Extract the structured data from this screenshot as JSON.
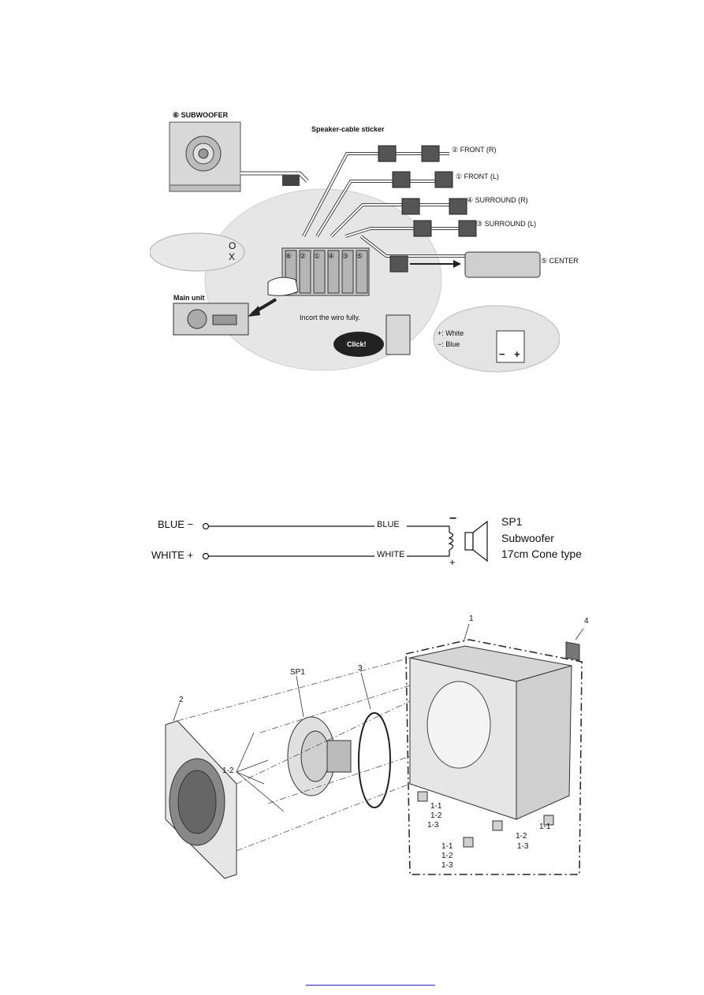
{
  "connection": {
    "subwoofer_label": "⑥ SUBWOOFER",
    "sticker_label": "Speaker-cable sticker",
    "speakers": [
      {
        "id": "front-r",
        "label": "② FRONT (R)"
      },
      {
        "id": "front-l",
        "label": "① FRONT (L)"
      },
      {
        "id": "surround-r",
        "label": "④ SURROUND (R)"
      },
      {
        "id": "surround-l",
        "label": "③ SURROUND (L)"
      },
      {
        "id": "center",
        "label": "⑤ CENTER"
      }
    ],
    "terminal_numbers": [
      "⑥",
      "②",
      "①",
      "④",
      "③",
      "⑤"
    ],
    "main_unit_label": "Main unit",
    "insert_label": "Incort the wiro fully.",
    "click_label": "Click!",
    "ok_symbol": "O",
    "ng_symbol": "X",
    "plus_label": "+: White",
    "minus_label": "−: Blue",
    "plus_sym": "+",
    "minus_sym": "−"
  },
  "wiring": {
    "blue_terminal": "BLUE −",
    "white_terminal": "WHITE +",
    "blue_wire": "BLUE",
    "white_wire": "WHITE",
    "minus_sign": "−",
    "plus_sign": "+",
    "speaker_id": "SP1",
    "speaker_name": "Subwoofer",
    "speaker_type": "17cm Cone type"
  },
  "exploded": {
    "parts": {
      "p1": "1",
      "p2": "2",
      "p3": "3",
      "p4": "4",
      "sp1": "SP1",
      "p12": "1-2",
      "p11a": "1-1",
      "p12a": "1-2",
      "p13a": "1-3",
      "p11b": "1-1",
      "p12b": "1-2",
      "p13b": "1-3",
      "p11c": "1-1",
      "p12c": "1-2",
      "p13c": "1-3"
    }
  }
}
